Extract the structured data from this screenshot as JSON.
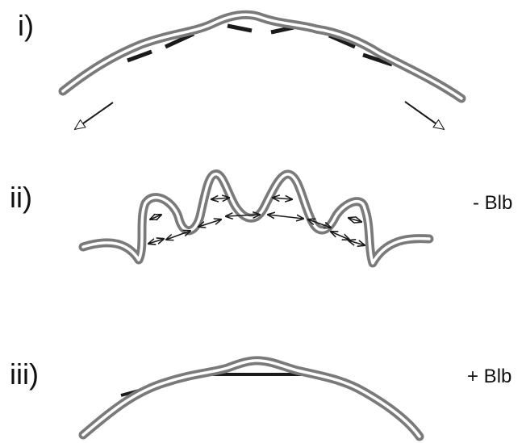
{
  "panels": [
    {
      "id": "i",
      "label": "i)",
      "condition": ""
    },
    {
      "id": "ii",
      "label": "ii)",
      "condition": "- Blb"
    },
    {
      "id": "iii",
      "label": "iii)",
      "condition": "+ Blb"
    }
  ],
  "colors": {
    "membrane": "#7a7a7a",
    "membrane_gap": "#ffffff",
    "linker": "#1a1a1a",
    "arrow": "#1a1a1a",
    "background": "#ffffff"
  }
}
